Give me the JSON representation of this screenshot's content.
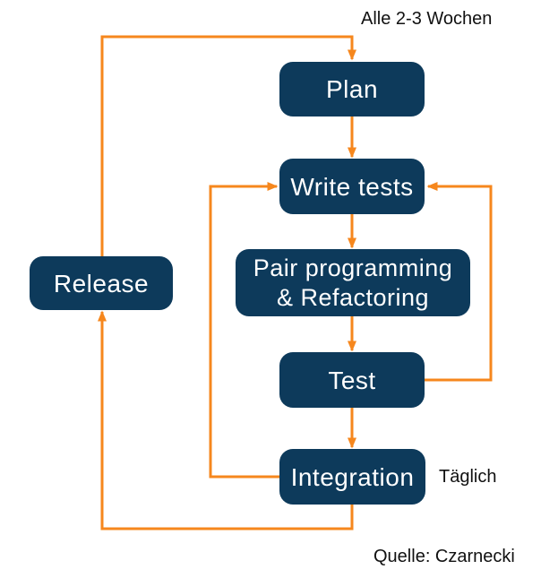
{
  "colors": {
    "box": "#0d3a5b",
    "arrow": "#f6871d",
    "box_text": "#ffffff",
    "label": "#111111",
    "background": "#ffffff"
  },
  "nodes": {
    "plan": {
      "label": "Plan"
    },
    "write_tests": {
      "label": "Write tests"
    },
    "pair": {
      "line1": "Pair programming",
      "line2": "& Refactoring"
    },
    "test": {
      "label": "Test"
    },
    "integration": {
      "label": "Integration"
    },
    "release": {
      "label": "Release"
    }
  },
  "annotations": {
    "cycle_label": "Alle 2-3 Wochen",
    "daily_label": "Täglich",
    "source_label": "Quelle: Czarnecki"
  }
}
